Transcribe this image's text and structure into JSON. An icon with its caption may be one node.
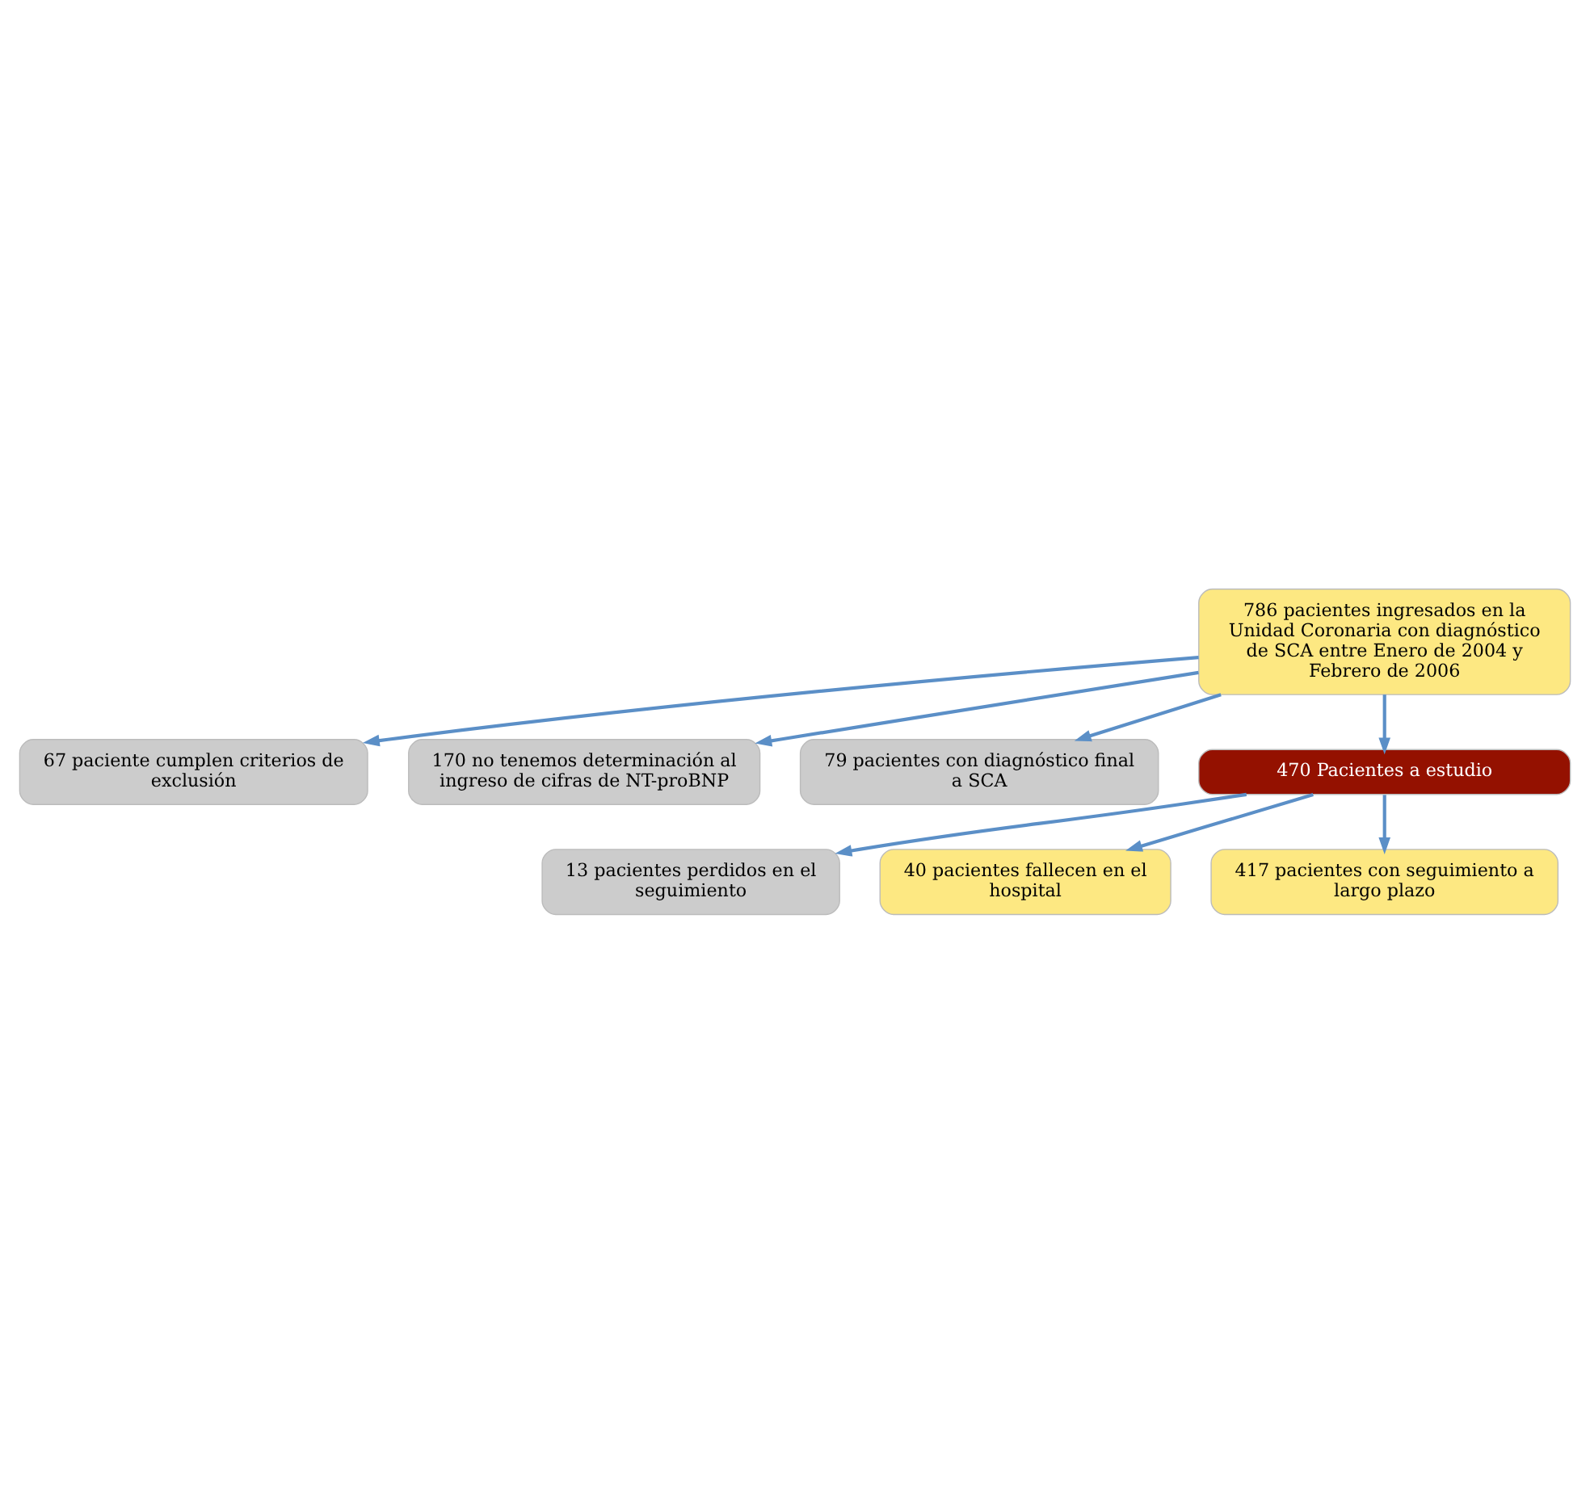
{
  "diagram": {
    "nodes": [
      {
        "text": [
          "786 pacientes ingresados en la Unidad Coronaria con diagnóstico de SCA entre Enero de 2004 y Febrero de 2006"
        ]
      },
      {
        "text": [
          "67 paciente cumplen criterios de exclusión"
        ]
      },
      {
        "text": [
          "170 no tenemos determinación al ingreso de cifras de NT-proBNP"
        ]
      },
      {
        "text": [
          "79 pacientes con diagnóstico final a SCA"
        ]
      },
      {
        "text": [
          "470 Pacientes a estudio"
        ]
      },
      {
        "text": [
          "13 pacientes perdidos en el seguimiento"
        ]
      },
      {
        "text": [
          "40 pacientes fallecen en el hospital"
        ]
      },
      {
        "text": [
          "417 pacientes con seguimiento a largo plazo"
        ]
      }
    ],
    "edges": [
      {
        "from": 0,
        "to": 1,
        "arrow": "to"
      },
      {
        "from": 0,
        "to": 2,
        "arrow": "to"
      },
      {
        "from": 0,
        "to": 3,
        "arrow": "to"
      },
      {
        "from": 0,
        "to": 4,
        "arrow": "to"
      },
      {
        "from": 4,
        "to": 5,
        "arrow": "to"
      },
      {
        "from": 4,
        "to": 6,
        "arrow": "to"
      },
      {
        "from": 4,
        "to": 7,
        "arrow": "to"
      }
    ]
  }
}
